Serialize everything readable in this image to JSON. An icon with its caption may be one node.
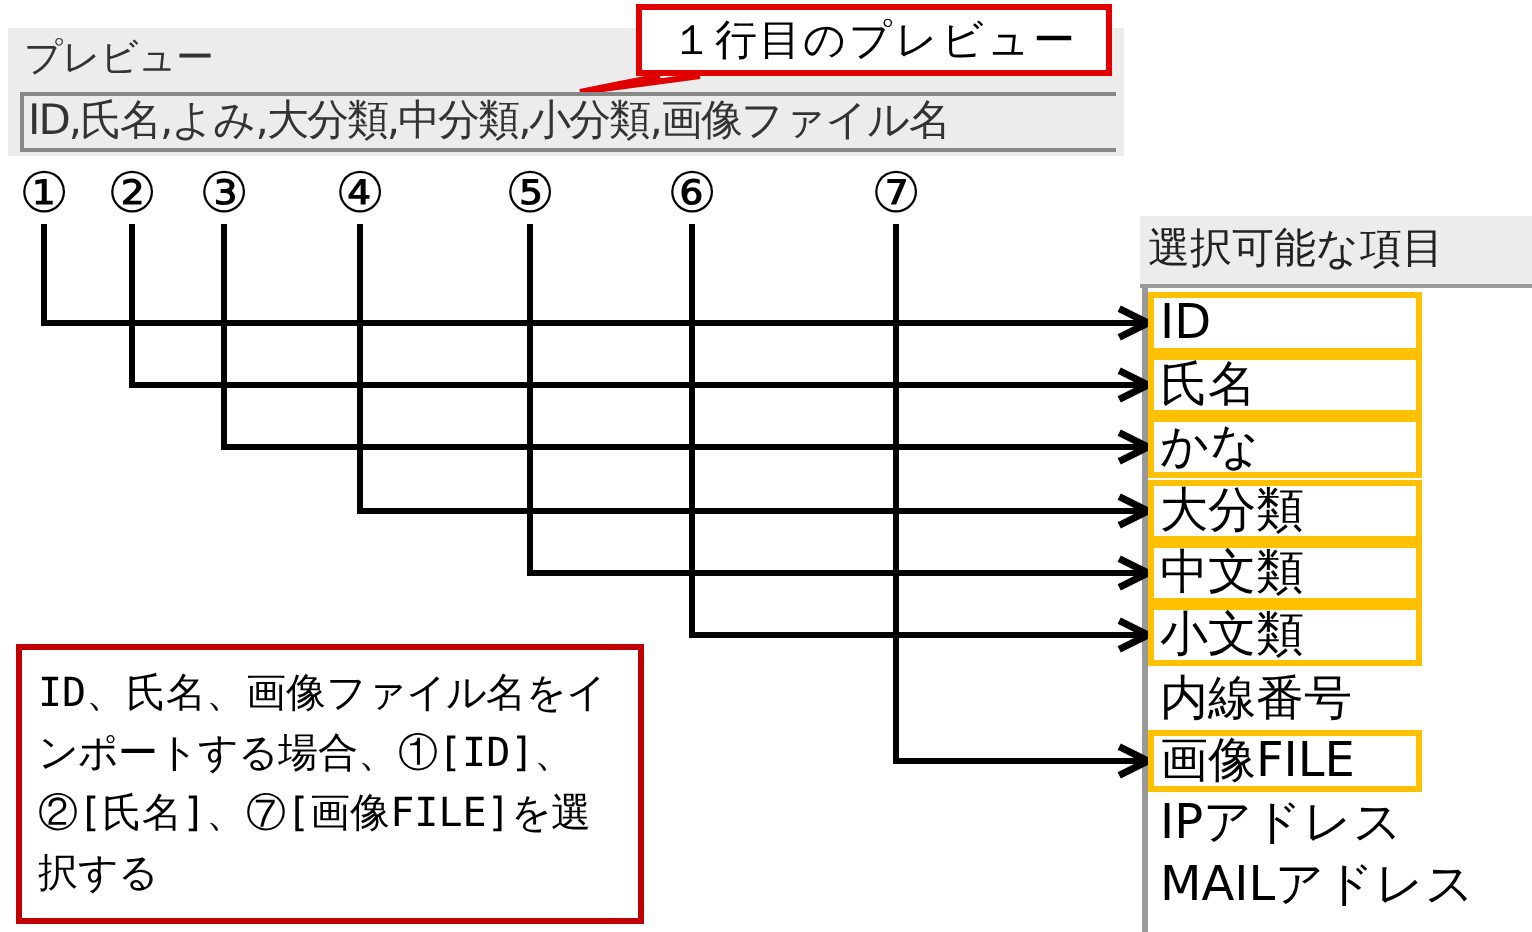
{
  "diagram": {
    "nodes": [
      {
        "text": [
          "ID,氏名,よみ,大分類,中分類,小分類,画像ファイル名"
        ],
        "beside": [
          "プレビュー"
        ]
      },
      {
        "text": [
          "１行目のプレビュー"
        ]
      },
      {
        "text": [
          "①"
        ]
      },
      {
        "text": [
          "②"
        ]
      },
      {
        "text": [
          "③"
        ]
      },
      {
        "text": [
          "④"
        ]
      },
      {
        "text": [
          "⑤"
        ]
      },
      {
        "text": [
          "⑥"
        ]
      },
      {
        "text": [
          "⑦"
        ]
      },
      {
        "text": [
          "ID"
        ]
      },
      {
        "text": [
          "氏名"
        ]
      },
      {
        "text": [
          "かな"
        ]
      },
      {
        "text": [
          "大分類"
        ]
      },
      {
        "text": [
          "中文類"
        ]
      },
      {
        "text": [
          "小文類"
        ]
      },
      {
        "text": [
          "内線番号"
        ]
      },
      {
        "text": [
          "画像FILE"
        ]
      },
      {
        "text": [
          "IPアドレス"
        ]
      },
      {
        "text": [
          "MAILアドレス"
        ]
      },
      {
        "text": [
          "ID、氏名、画像ファイル名をインポートする場合、①[ID]、②[氏名]、⑦[画像FILE]を選択する"
        ]
      }
    ],
    "edges": [
      {
        "from": 1,
        "to": 0,
        "arrow": "none",
        "color": "#e00000"
      },
      {
        "from": 2,
        "to": 9,
        "arrow": "to"
      },
      {
        "from": 3,
        "to": 10,
        "arrow": "to"
      },
      {
        "from": 4,
        "to": 11,
        "arrow": "to"
      },
      {
        "from": 5,
        "to": 12,
        "arrow": "to"
      },
      {
        "from": 6,
        "to": 13,
        "arrow": "to"
      },
      {
        "from": 7,
        "to": 14,
        "arrow": "to"
      },
      {
        "from": 8,
        "to": 16,
        "arrow": "to"
      }
    ],
    "labels": [
      "選択可能な項目"
    ]
  }
}
